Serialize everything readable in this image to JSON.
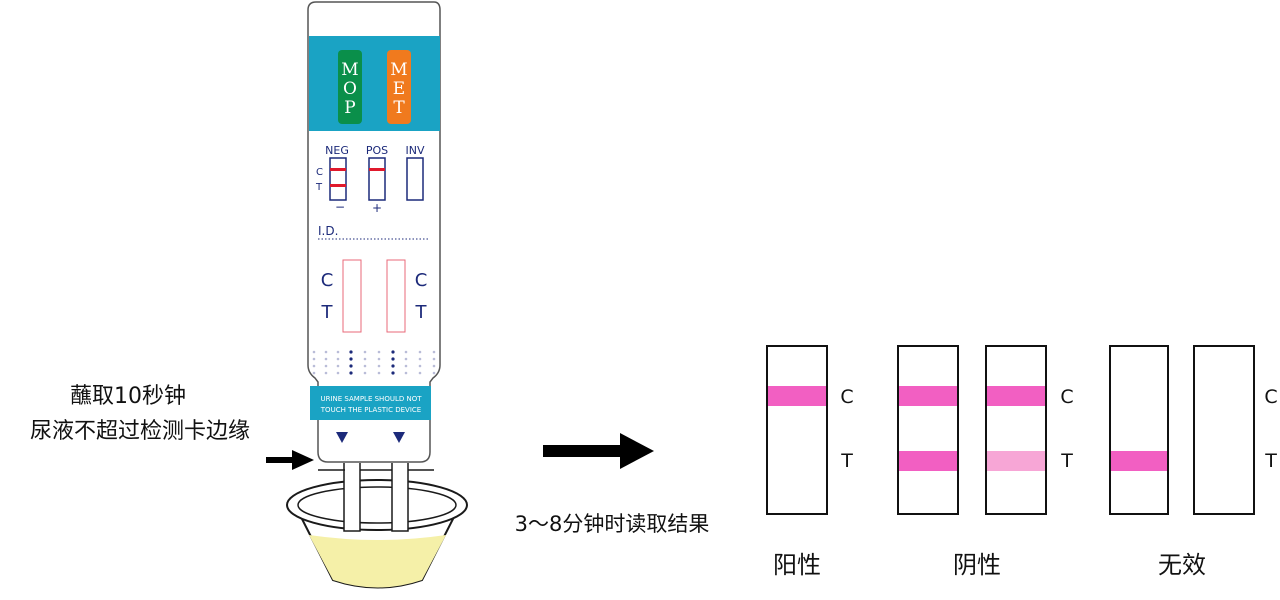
{
  "device": {
    "drugs": [
      {
        "letters": [
          "M",
          "O",
          "P"
        ],
        "color": "#0a8f4a"
      },
      {
        "letters": [
          "M",
          "E",
          "T"
        ],
        "color": "#f07a1e"
      }
    ],
    "legend": {
      "neg": "NEG",
      "pos": "POS",
      "inv": "INV",
      "c": "C",
      "t": "T",
      "minus": "−",
      "plus": "+"
    },
    "id_label": "I.D.",
    "window_c": "C",
    "window_t": "T",
    "warning": [
      "URINE SAMPLE SHOULD NOT",
      "TOUCH THE PLASTIC DEVICE"
    ]
  },
  "left_note": {
    "line1": "蘸取10秒钟",
    "line2": "尿液不超过检测卡边缘"
  },
  "read_time": "3～8分钟时读取结果",
  "results": {
    "c_label": "C",
    "t_label": "T",
    "positive": "阳性",
    "negative": "阴性",
    "invalid": "无效"
  },
  "colors": {
    "teal": "#1aa3c4",
    "navy": "#1c2a7a",
    "band": "#f25fc2",
    "band_faint": "#f7a6d6",
    "red": "#e0192c",
    "urine": "#f5f0a8"
  }
}
